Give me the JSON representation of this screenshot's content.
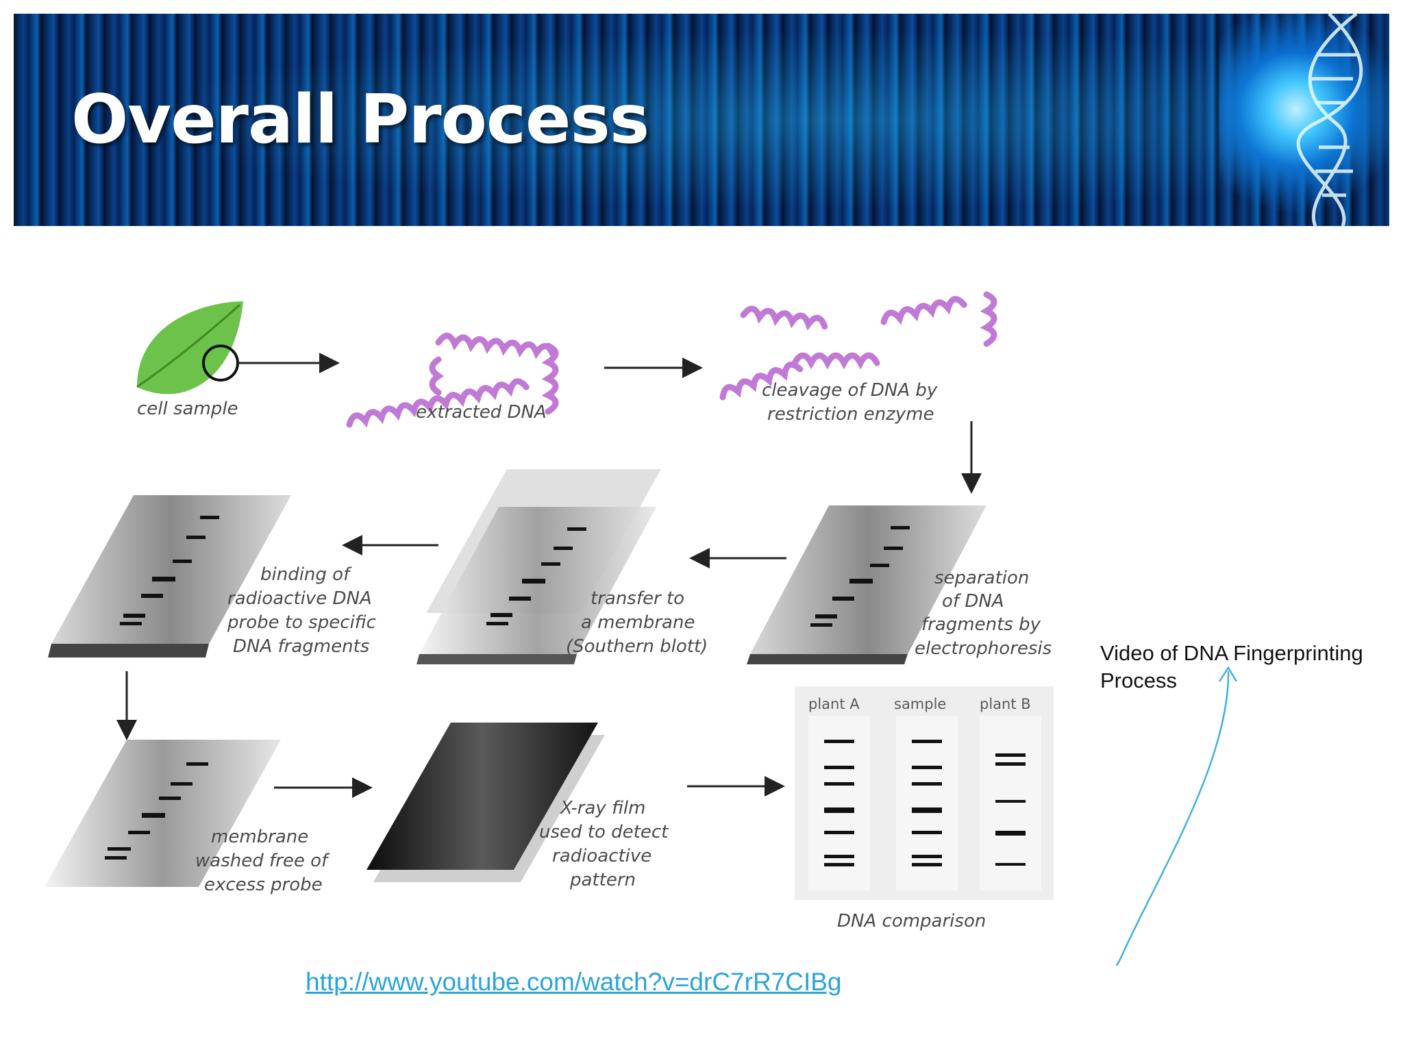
{
  "slide": {
    "title": "Overall Process"
  },
  "diagram": {
    "steps": [
      "cell sample",
      "extracted DNA",
      "cleavage of DNA by",
      "restriction enzyme",
      "separation",
      "of DNA",
      "fragments by",
      "electrophoresis",
      "transfer to",
      "a membrane",
      "(Southern blott)",
      "binding of",
      "radioactive DNA",
      "probe to specific",
      "DNA fragments",
      "membrane",
      "washed free of",
      "excess probe",
      "X-ray film",
      "used to detect",
      "radioactive",
      "pattern"
    ],
    "comparison": {
      "lanes": [
        "plant A",
        "sample",
        "plant B"
      ],
      "label": "DNA comparison"
    }
  },
  "video": {
    "caption_line1": "Video of DNA Fingerprinting",
    "caption_line2": "Process",
    "url": "http://www.youtube.com/watch?v=drC7rR7CIBg"
  },
  "colors": {
    "banner_dark": "#04122e",
    "banner_light": "#0b5fb0",
    "dna_purple": "#c07ad6",
    "leaf_green": "#6cc24a",
    "link_blue": "#2aa4d8",
    "arrow_cyan": "#3fb0e0"
  },
  "icons": [
    "leaf-icon",
    "dna-strand-icon",
    "gel-slide-icon",
    "dna-helix-icon",
    "arrow-icon"
  ]
}
